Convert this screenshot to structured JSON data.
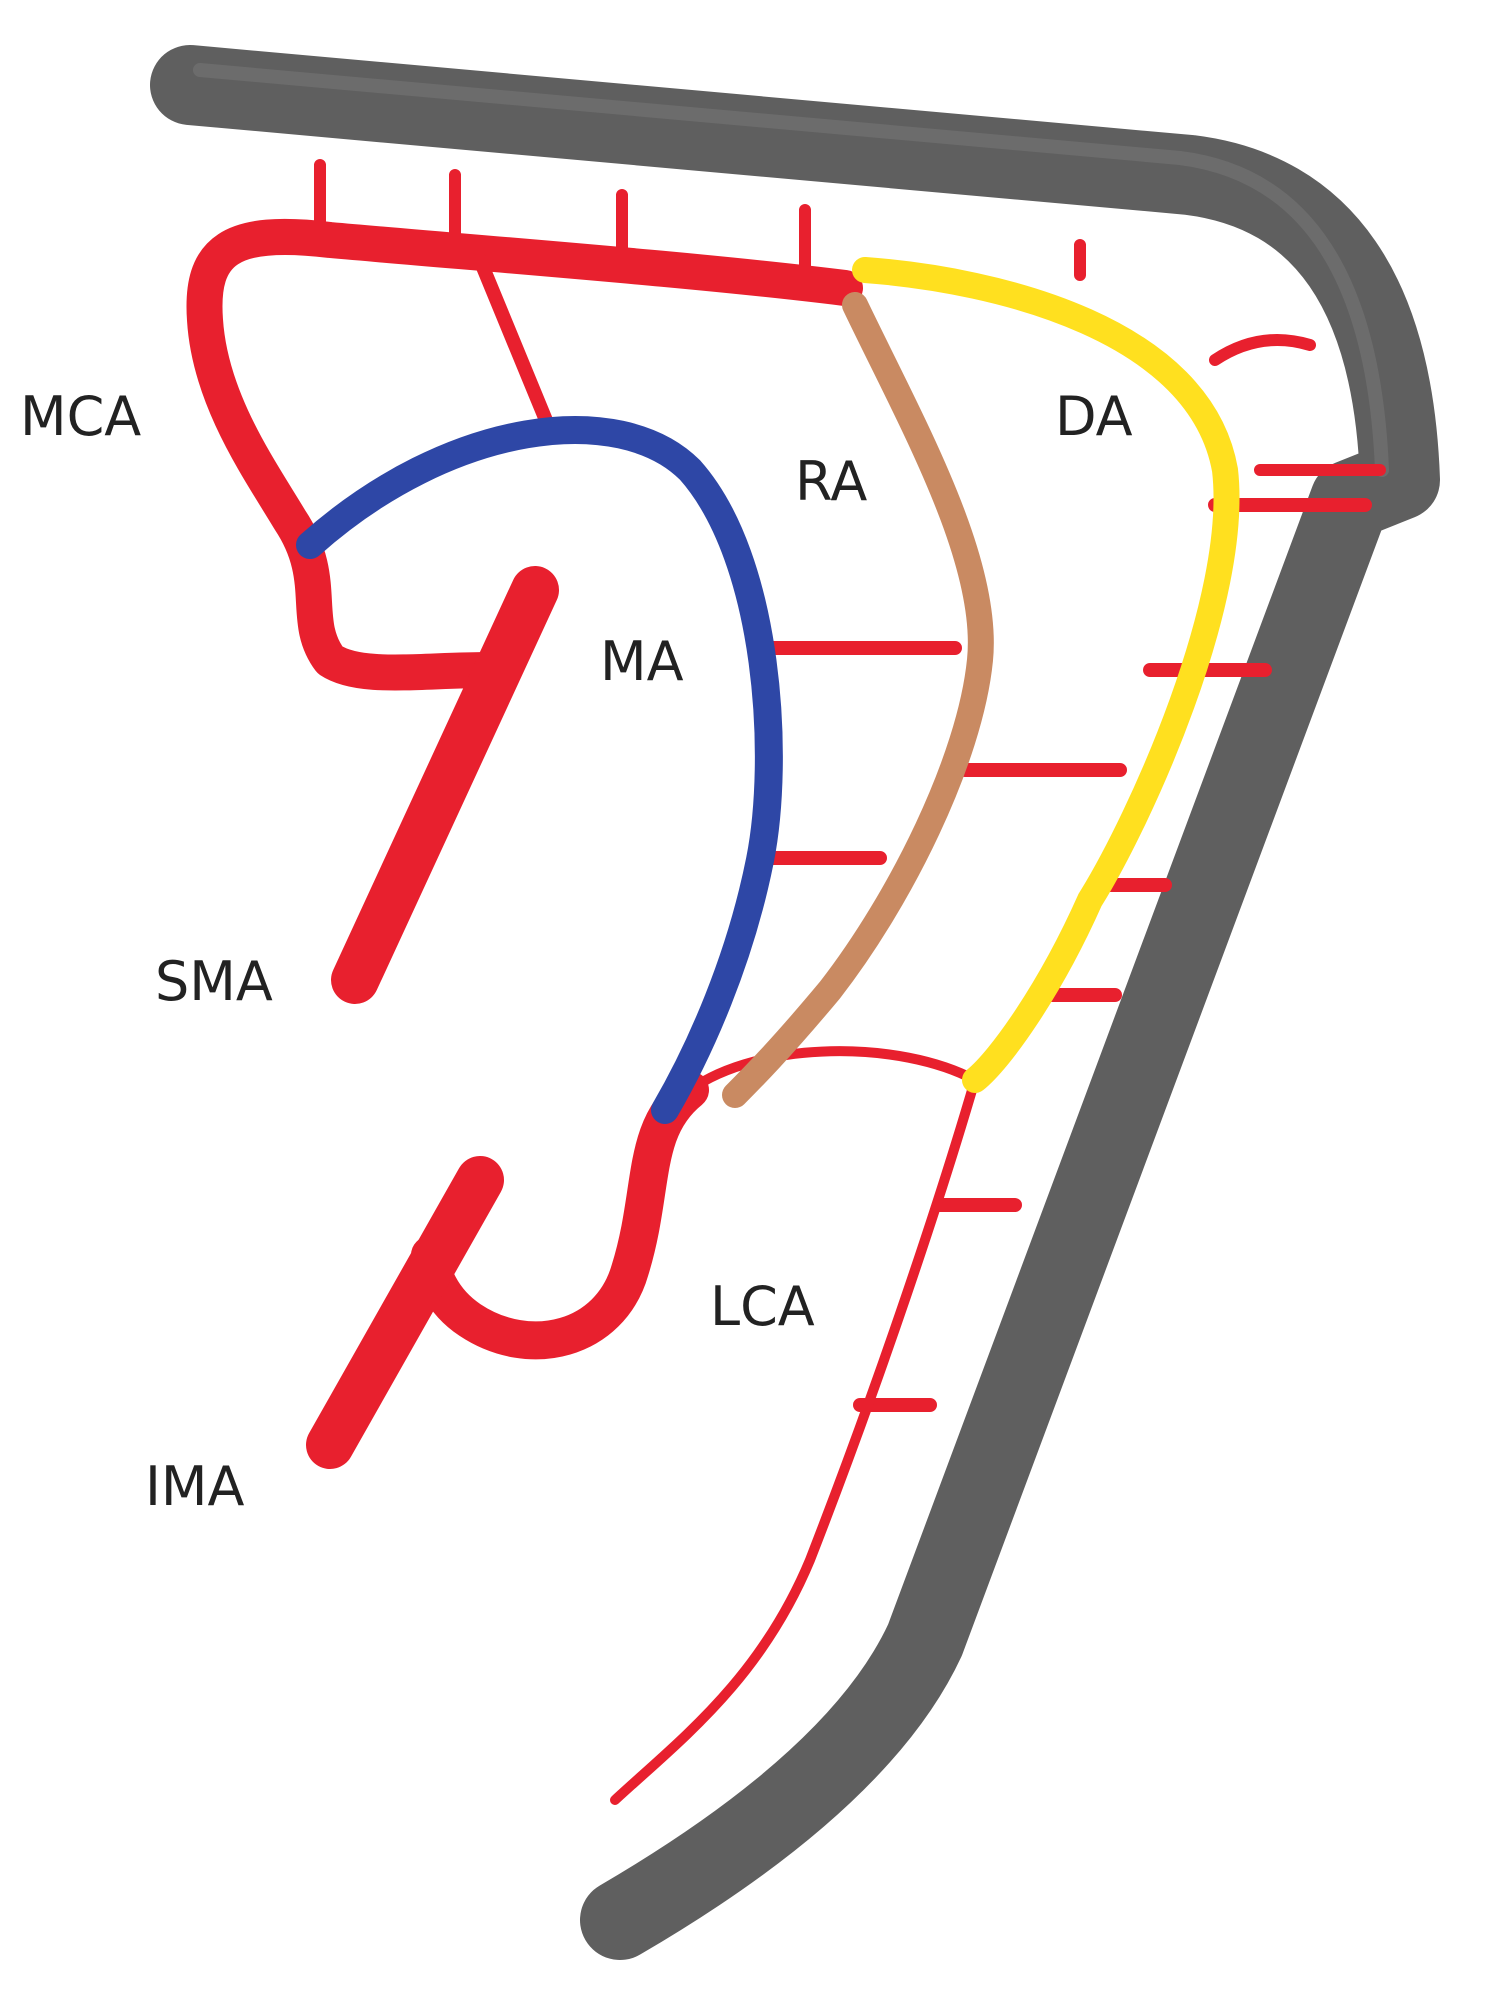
{
  "colors": {
    "colon": "#5f5f5f",
    "colon_highlight": "#7a7a7a",
    "artery": "#e8202e",
    "marginal_artery": "#2e47a6",
    "riolan_arcade": "#c98a62",
    "drummond_arcade": "#ffe01f",
    "label_text": "#222222"
  },
  "labels": {
    "mca": "MCA",
    "sma": "SMA",
    "ima": "IMA",
    "ma": "MA",
    "ra": "RA",
    "da": "DA",
    "lca": "LCA"
  }
}
